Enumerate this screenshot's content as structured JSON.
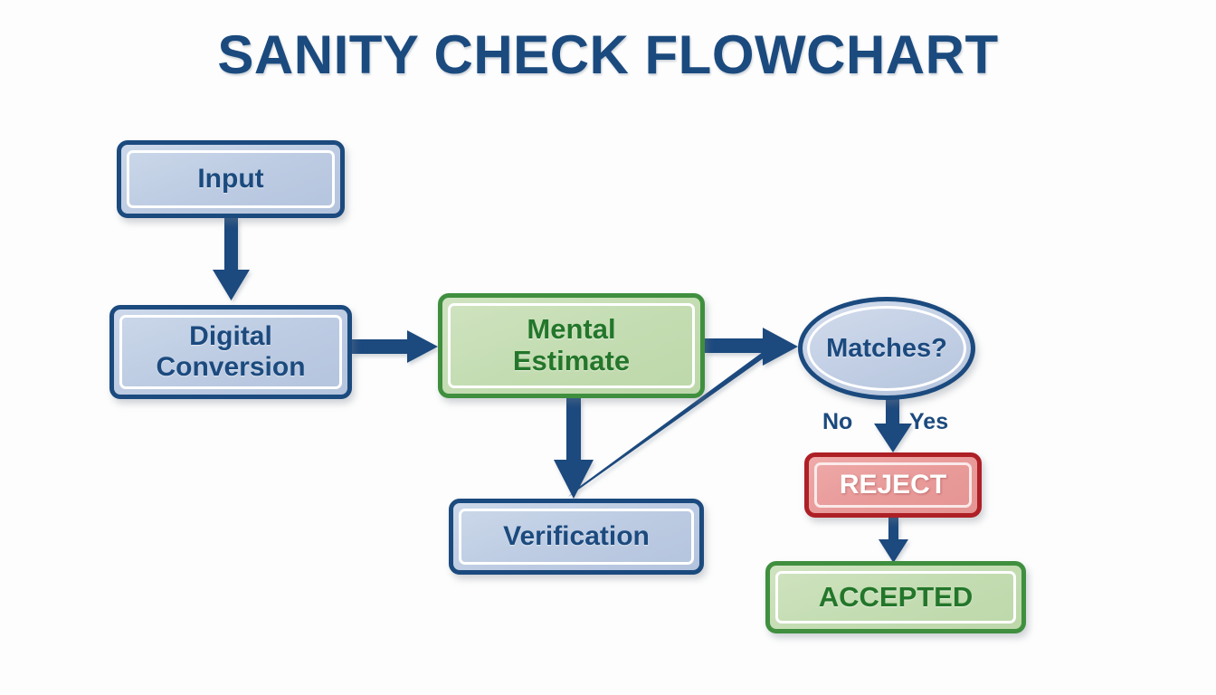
{
  "title": "SANITY CHECK FLOWCHART",
  "theme": {
    "background": "#fdfdfd",
    "navy": "#1b4a7e",
    "blue_fill": "#c1cee4",
    "green_border": "#3f8f3f",
    "green_fill": "#c3dcb1",
    "green_text": "#23762a",
    "red_border": "#ad2026",
    "red_fill": "#e89a99",
    "red_text": "#ffffff",
    "connector": "#1b4a7e"
  },
  "nodes": {
    "input": {
      "label": "Input",
      "shape": "rounded-rect",
      "style": "blue"
    },
    "digital_conversion": {
      "label": "Digital\nConversion",
      "line1": "Digital",
      "line2": "Conversion",
      "shape": "rounded-rect",
      "style": "blue"
    },
    "mental_estimate": {
      "label": "Mental\nEstimate",
      "line1": "Mental",
      "line2": "Estimate",
      "shape": "rounded-rect",
      "style": "green"
    },
    "verification": {
      "label": "Verification",
      "shape": "rounded-rect",
      "style": "blue"
    },
    "matches": {
      "label": "Matches?",
      "shape": "ellipse",
      "style": "blue"
    },
    "reject": {
      "label": "REJECT",
      "shape": "rounded-rect",
      "style": "red"
    },
    "accepted": {
      "label": "ACCEPTED",
      "shape": "rounded-rect",
      "style": "green"
    }
  },
  "branch_labels": {
    "no": "No",
    "yes": "Yes"
  },
  "edges": [
    {
      "from": "input",
      "to": "digital_conversion",
      "direction": "down",
      "label": ""
    },
    {
      "from": "digital_conversion",
      "to": "mental_estimate",
      "direction": "right",
      "label": ""
    },
    {
      "from": "mental_estimate",
      "to": "matches",
      "direction": "right",
      "label": ""
    },
    {
      "from": "mental_estimate",
      "to": "verification",
      "direction": "down",
      "label": ""
    },
    {
      "from": "verification",
      "to": "matches",
      "direction": "diagonal-up-right",
      "label": ""
    },
    {
      "from": "matches",
      "to": "reject",
      "direction": "down",
      "label": "Yes"
    },
    {
      "from": "reject",
      "to": "accepted",
      "direction": "down",
      "label": ""
    }
  ]
}
